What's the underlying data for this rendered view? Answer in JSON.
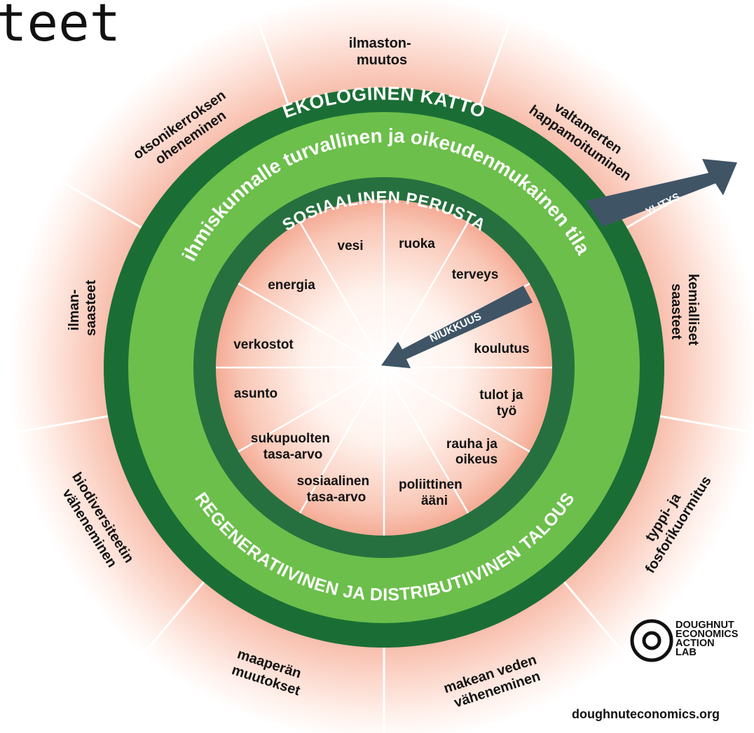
{
  "heading_fragment": "teet",
  "ecological_ceiling": {
    "title": "EKOLOGINEN KATTO",
    "items": [
      {
        "lines": [
          "ilmaston-",
          "muutos"
        ]
      },
      {
        "lines": [
          "valtamerten",
          "happamoituminen"
        ]
      },
      {
        "lines": [
          "kemialliset",
          "saasteet"
        ]
      },
      {
        "lines": [
          "typpi- ja",
          "fosforikuormitus"
        ]
      },
      {
        "lines": [
          "makean veden",
          "väheneminen"
        ]
      },
      {
        "lines": [
          "maaperän",
          "muutokset"
        ]
      },
      {
        "lines": [
          "biodiversiteetin",
          "väheneminen"
        ]
      },
      {
        "lines": [
          "ilman-",
          "saasteet"
        ]
      },
      {
        "lines": [
          "otsonikerroksen",
          "oheneminen"
        ]
      }
    ]
  },
  "safe_space": {
    "title": "ihmiskunnalle turvallinen ja oikeudenmukainen tila"
  },
  "social_foundation": {
    "title": "SOSIAALINEN PERUSTA",
    "items": [
      {
        "lines": [
          "ruoka"
        ]
      },
      {
        "lines": [
          "terveys"
        ]
      },
      {
        "lines": [
          "koulutus"
        ]
      },
      {
        "lines": [
          "tulot ja",
          "työ"
        ]
      },
      {
        "lines": [
          "rauha ja",
          "oikeus"
        ]
      },
      {
        "lines": [
          "poliittinen",
          "ääni"
        ]
      },
      {
        "lines": [
          "sosiaalinen",
          "tasa-arvo"
        ]
      },
      {
        "lines": [
          "sukupuolten",
          "tasa-arvo"
        ]
      },
      {
        "lines": [
          "asunto"
        ]
      },
      {
        "lines": [
          "verkostot"
        ]
      },
      {
        "lines": [
          "energia"
        ]
      },
      {
        "lines": [
          "vesi"
        ]
      }
    ]
  },
  "economy": {
    "title": "REGENERATIIVINEN JA DISTRIBUTIIVINEN TALOUS"
  },
  "arrows": {
    "overshoot": "YLITYS",
    "shortfall": "NIUKKUUS"
  },
  "logo": {
    "lines": [
      "DOUGHNUT",
      "ECONOMICS",
      "ACTION",
      "LAB"
    ],
    "url": "doughnuteconomics.org"
  },
  "colors": {
    "dark_green": "#1a6e35",
    "light_green": "#6cbf4b",
    "foundation_green": "#26703f",
    "arrow": "#3f5566",
    "blush": "#f6b8a5",
    "divider": "#ffffff"
  }
}
